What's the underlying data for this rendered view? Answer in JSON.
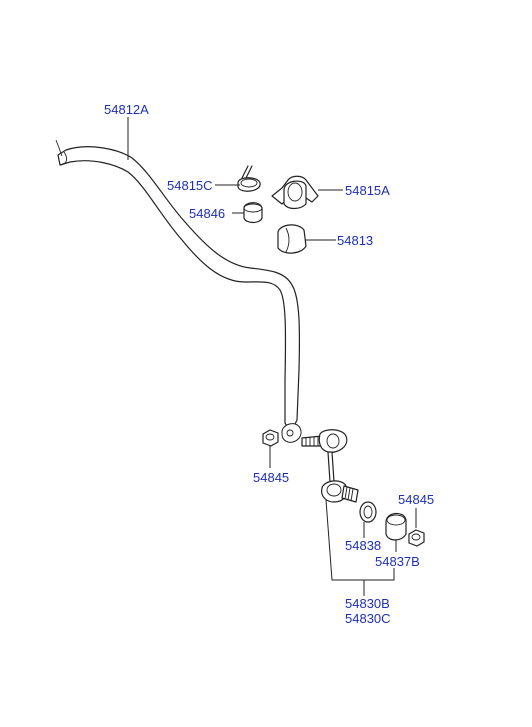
{
  "diagram": {
    "colors": {
      "label": "#1f2fb5",
      "line": "#222222",
      "background": "#ffffff"
    },
    "parts": [
      {
        "id": "p1",
        "number": "54812A"
      },
      {
        "id": "p2",
        "number": "54815C"
      },
      {
        "id": "p3",
        "number": "54815A"
      },
      {
        "id": "p4",
        "number": "54846"
      },
      {
        "id": "p5",
        "number": "54813"
      },
      {
        "id": "p6",
        "number": "54845"
      },
      {
        "id": "p7",
        "number": "54845"
      },
      {
        "id": "p8",
        "number": "54838"
      },
      {
        "id": "p9",
        "number": "54837B"
      },
      {
        "id": "p10",
        "number": "54830B"
      },
      {
        "id": "p11",
        "number": "54830C"
      }
    ]
  }
}
